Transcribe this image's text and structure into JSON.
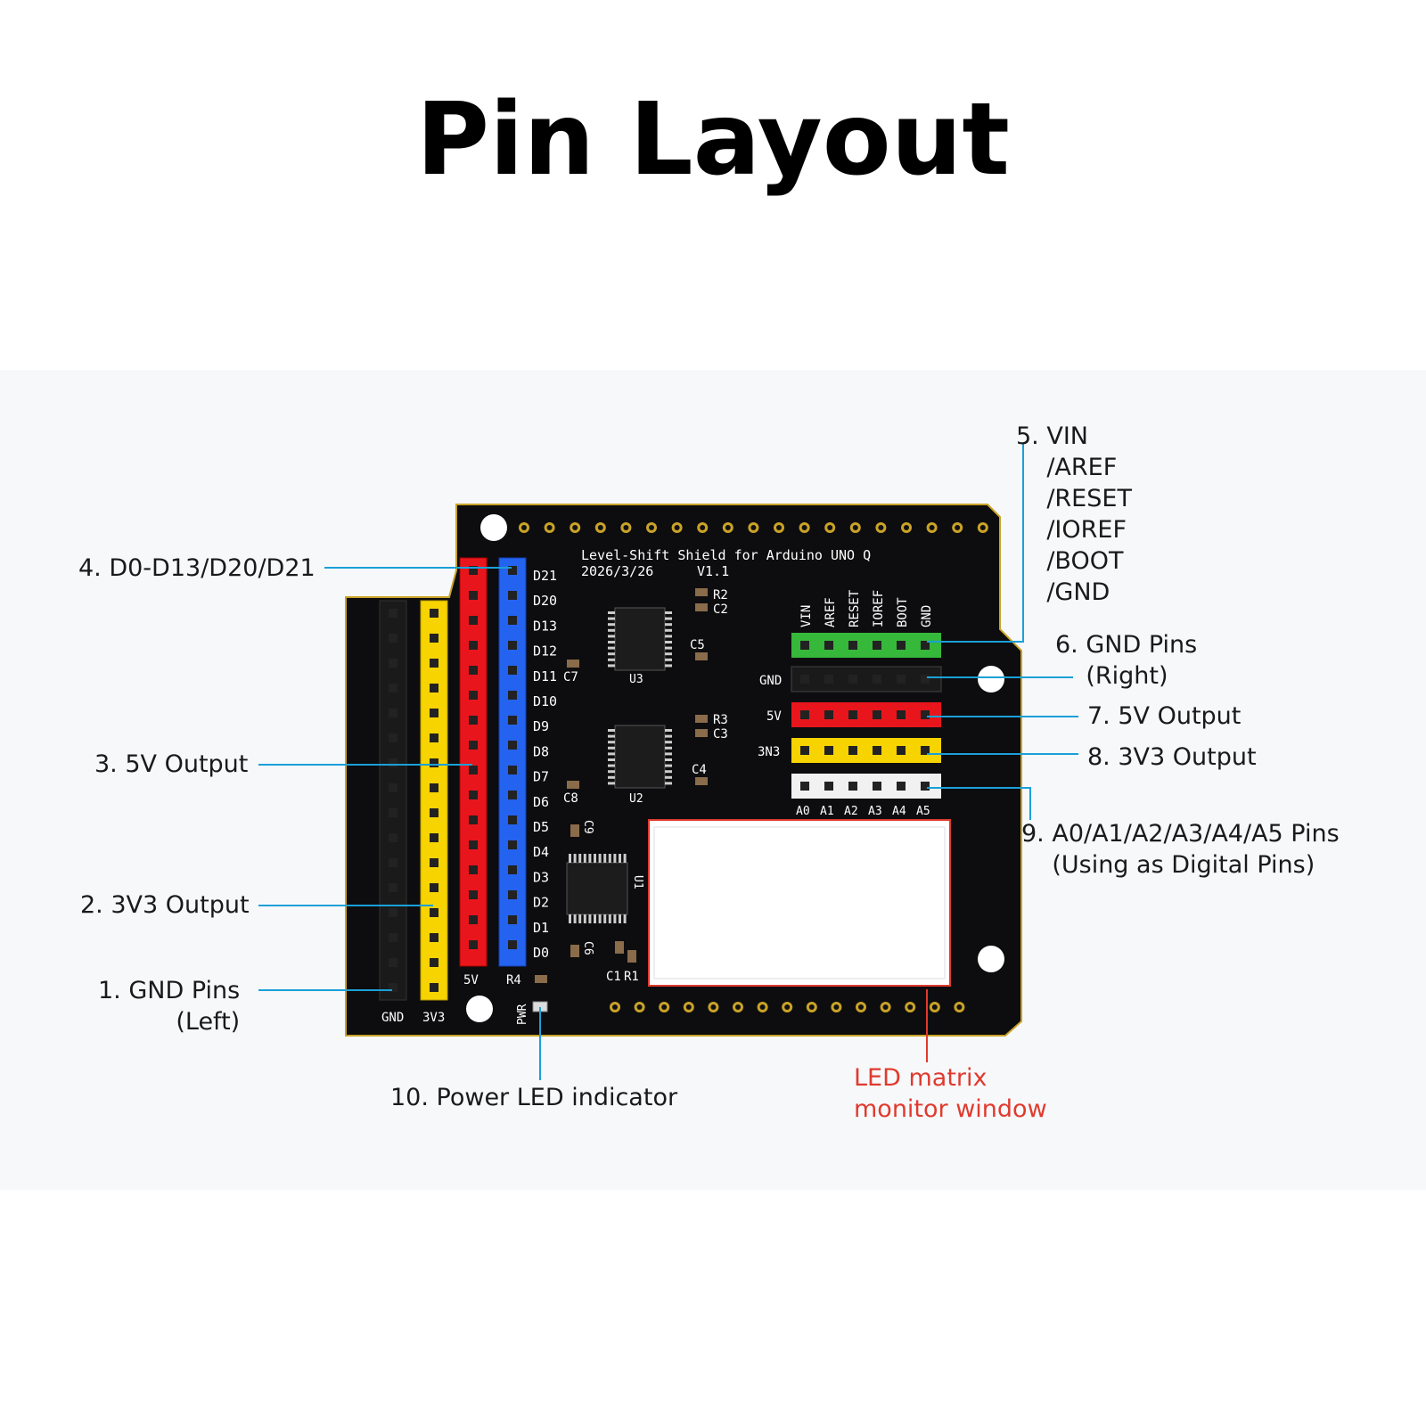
{
  "title": "Pin Layout",
  "board": {
    "name_line1": "Level-Shift Shield for Arduino UNO Q",
    "date": "2026/3/26",
    "version": "V1.1",
    "digital_pins": [
      "D21",
      "D20",
      "D13",
      "D12",
      "D11",
      "D10",
      "D9",
      "D8",
      "D7",
      "D6",
      "D5",
      "D4",
      "D3",
      "D2",
      "D1",
      "D0"
    ],
    "power_header_pins": [
      "VIN",
      "AREF",
      "RESET",
      "IOREF",
      "BOOT",
      "GND"
    ],
    "analog_pins": [
      "A0",
      "A1",
      "A2",
      "A3",
      "A4",
      "A5"
    ],
    "row_labels": {
      "gnd": "GND",
      "v5": "5V",
      "v3": "3N3"
    },
    "bottom_left": {
      "gnd": "GND",
      "v3": "3V3",
      "v5": "5V",
      "r4": "R4",
      "pwr": "PWR"
    },
    "components": [
      "R2",
      "C2",
      "C5",
      "C7",
      "U3",
      "R3",
      "C3",
      "C4",
      "C8",
      "U2",
      "C9",
      "U1",
      "C6",
      "C1",
      "R1"
    ]
  },
  "colors": {
    "pcb": "#0d0d0f",
    "gnd": "#1a1a1a",
    "v3": "#f7d300",
    "v5": "#e8161c",
    "digital": "#2463f0",
    "power": "#36b83a",
    "analog": "#f1f1f1",
    "leader": "#1aa0d8",
    "window": "#e03a2e"
  },
  "labels": {
    "l1": "1. GND Pins\n    (Left)",
    "l2": "2. 3V3 Output",
    "l3": "3. 5V Output",
    "l4": "4. D0-D13/D20/D21",
    "l5": "5. VIN\n    /AREF\n    /RESET\n    /IOREF\n    /BOOT\n    /GND",
    "l6": "6. GND Pins\n    (Right)",
    "l7": "7. 5V Output",
    "l8": "8. 3V3 Output",
    "l9": "9. A0/A1/A2/A3/A4/A5 Pins\n    (Using as Digital Pins)",
    "l10": "10. Power LED indicator",
    "led_window": "LED matrix\nmonitor window"
  }
}
